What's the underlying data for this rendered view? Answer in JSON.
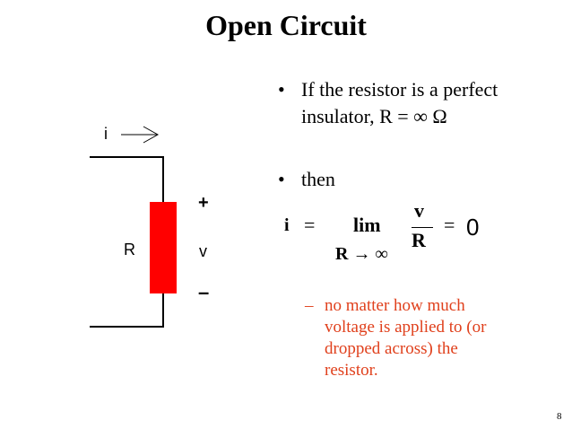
{
  "slide": {
    "title": "Open Circuit",
    "bullets": [
      {
        "marker": "•",
        "line1": "If the resistor is a perfect",
        "line2": "insulator, R = ∞ Ω"
      },
      {
        "marker": "•",
        "line1": "then"
      }
    ],
    "sub_bullet": {
      "marker": "–",
      "lines": [
        "no matter how much",
        "voltage is applied to (or",
        "dropped across) the",
        "resistor."
      ],
      "color": "#e0401c"
    },
    "equation": {
      "lhs": "i",
      "equals": "=",
      "lim": "lim",
      "lim_sub": "R → ∞",
      "numerator": "v",
      "denominator": "R",
      "equals2": "=",
      "result": "0"
    },
    "circuit": {
      "current_label": "i",
      "resistor_label": "R",
      "voltage_label": "v",
      "plus": "+",
      "minus": "–",
      "resistor_color": "#ff0000"
    },
    "page_number": "8"
  }
}
